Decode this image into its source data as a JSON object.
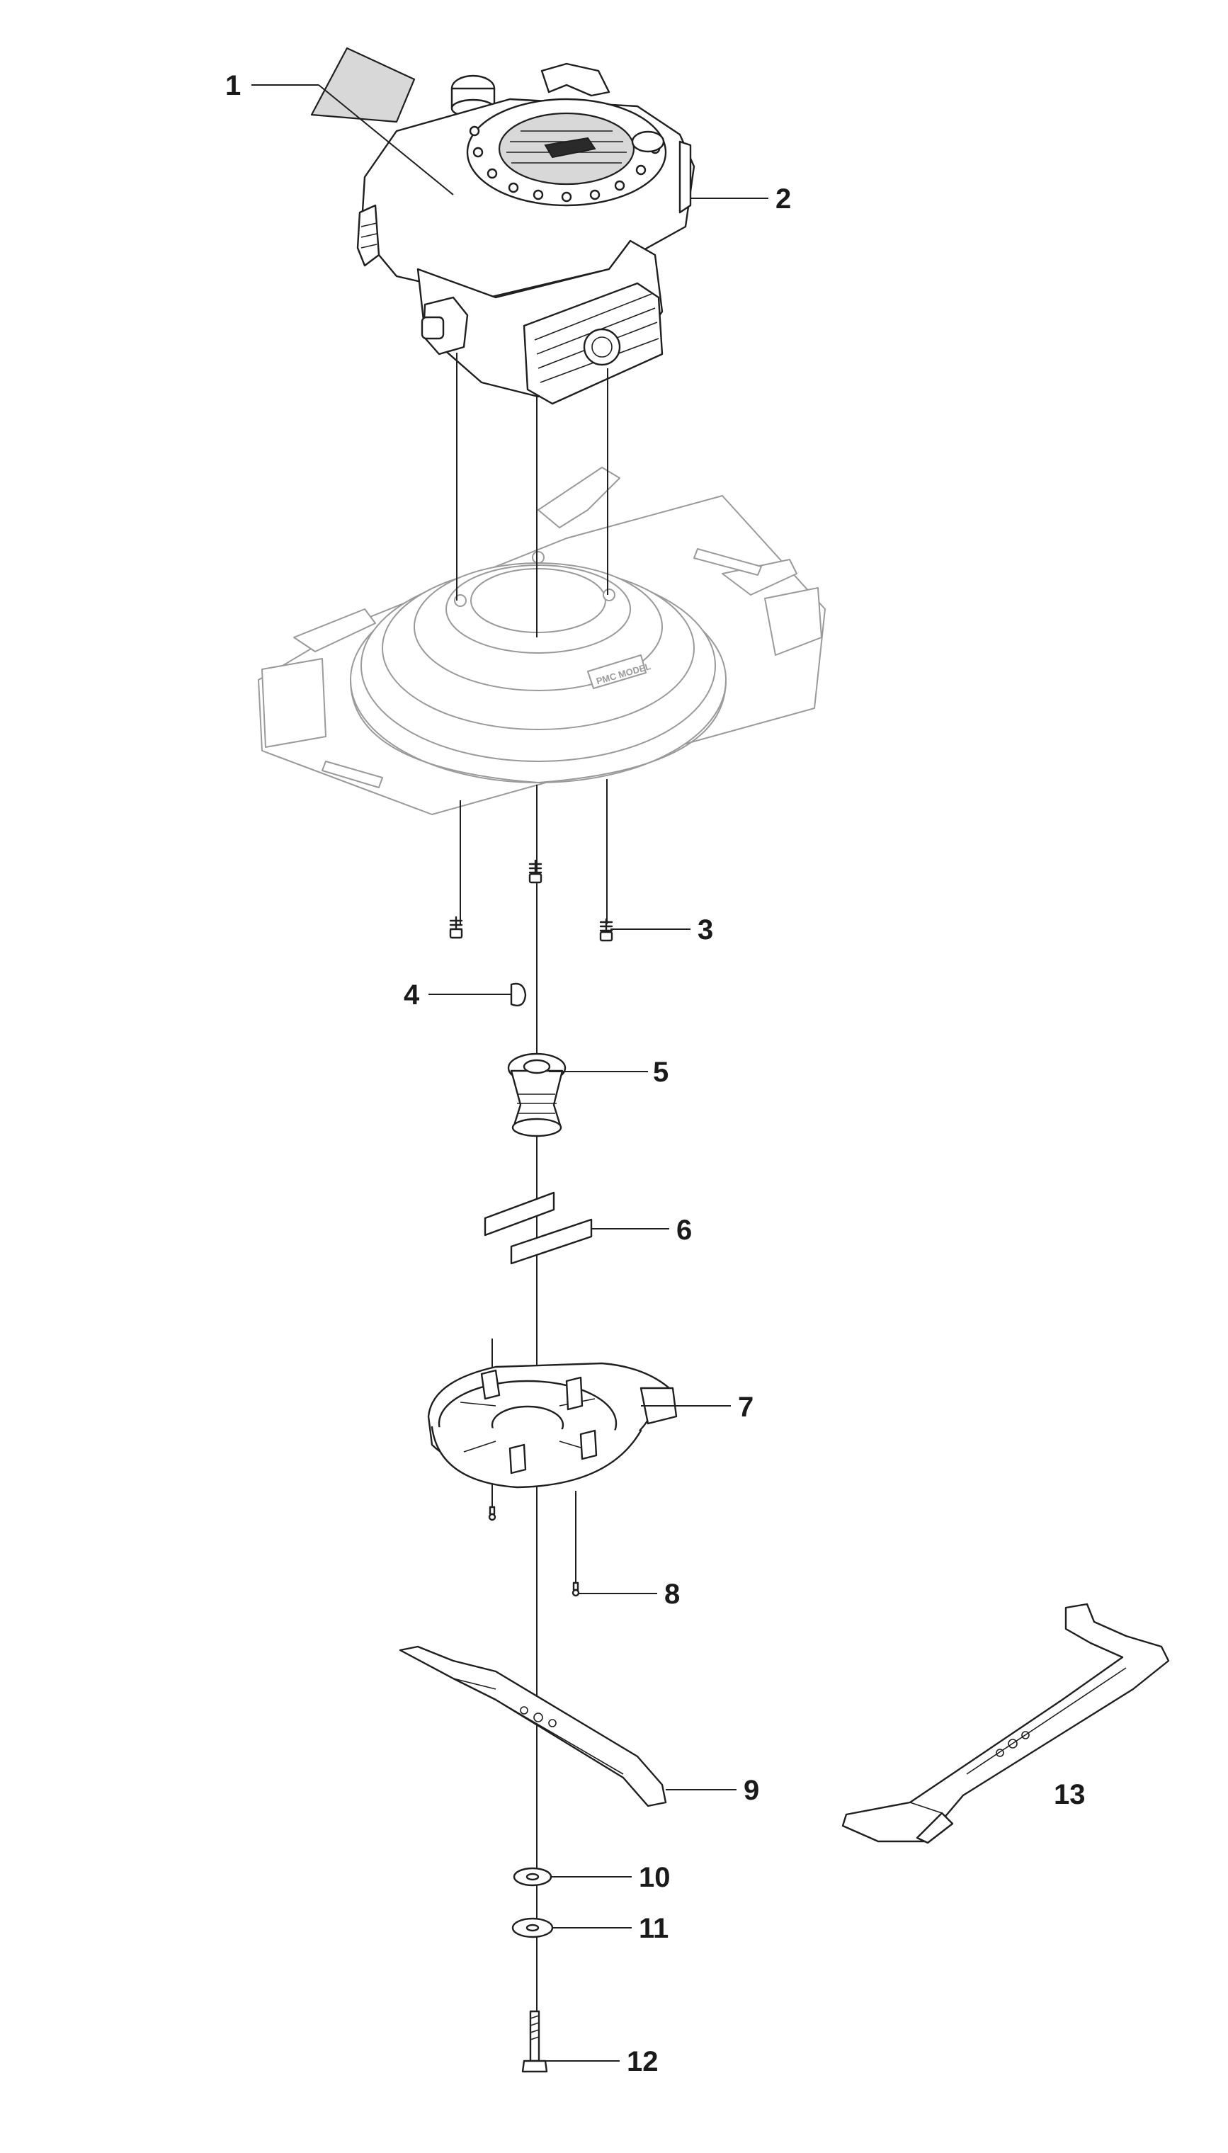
{
  "callouts": [
    {
      "id": "1",
      "label": "1"
    },
    {
      "id": "2",
      "label": "2"
    },
    {
      "id": "3",
      "label": "3"
    },
    {
      "id": "4",
      "label": "4"
    },
    {
      "id": "5",
      "label": "5"
    },
    {
      "id": "6",
      "label": "6"
    },
    {
      "id": "7",
      "label": "7"
    },
    {
      "id": "8",
      "label": "8"
    },
    {
      "id": "9",
      "label": "9"
    },
    {
      "id": "10",
      "label": "10"
    },
    {
      "id": "11",
      "label": "11"
    },
    {
      "id": "12",
      "label": "12"
    },
    {
      "id": "13",
      "label": "13"
    }
  ],
  "deck_plate_text": "PMC MODEL"
}
